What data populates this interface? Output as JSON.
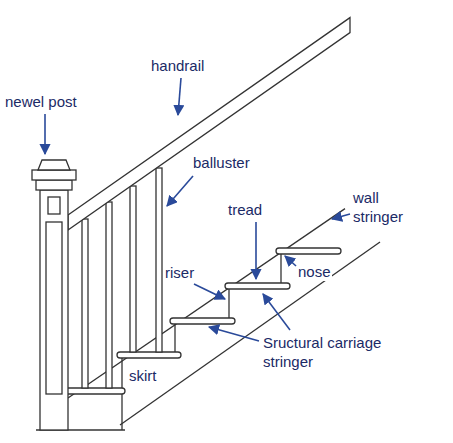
{
  "diagram": {
    "labels": [
      "handrail",
      "newel post",
      "balluster",
      "tread",
      "wall stringer",
      "riser",
      "nose",
      "Sructural carriage stringer",
      "skirt"
    ]
  }
}
